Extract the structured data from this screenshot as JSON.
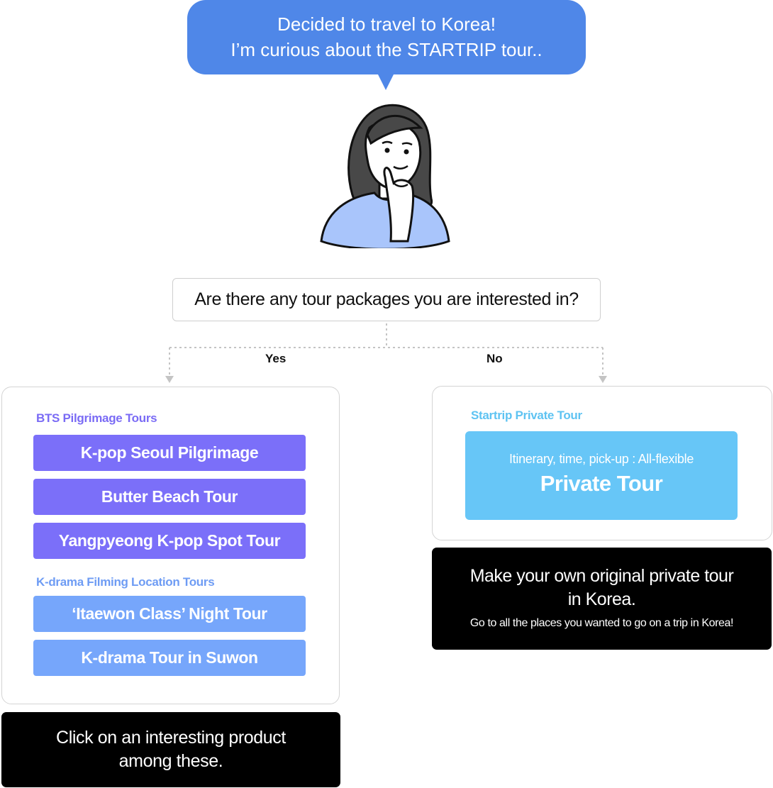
{
  "bubble": {
    "line1": "Decided to travel to Korea!",
    "line2": "I’m curious about the STARTRIP tour.."
  },
  "question": "Are there any tour packages you are interested in?",
  "branches": {
    "yes": "Yes",
    "no": "No"
  },
  "left_panel": {
    "bts_label": "BTS Pilgrimage Tours",
    "bts_tours": [
      "K-pop Seoul Pilgrimage",
      "Butter Beach Tour",
      "Yangpyeong K-pop Spot Tour"
    ],
    "kdrama_label": "K-drama Filming Location Tours",
    "kdrama_tours": [
      "‘Itaewon Class’ Night Tour",
      "K-drama Tour in Suwon"
    ]
  },
  "left_note": {
    "line1": "Click on an interesting product",
    "line2": "among these."
  },
  "right_panel": {
    "label": "Startrip Private Tour",
    "card_sub": "Itinerary, time, pick-up : All-flexible",
    "card_title": "Private Tour"
  },
  "right_note": {
    "line1": "Make your own original private tour",
    "line2": "in Korea.",
    "line3": "Go to all the places you wanted to go on a trip in Korea!"
  },
  "colors": {
    "bubble": "#4f87e8",
    "bts_button": "#7b6ff9",
    "bts_label": "#7a6bf5",
    "kdrama_button": "#76a6fb",
    "kdrama_label": "#6e9cf4",
    "private_card": "#67c6f7",
    "private_label": "#5ec3f2"
  }
}
